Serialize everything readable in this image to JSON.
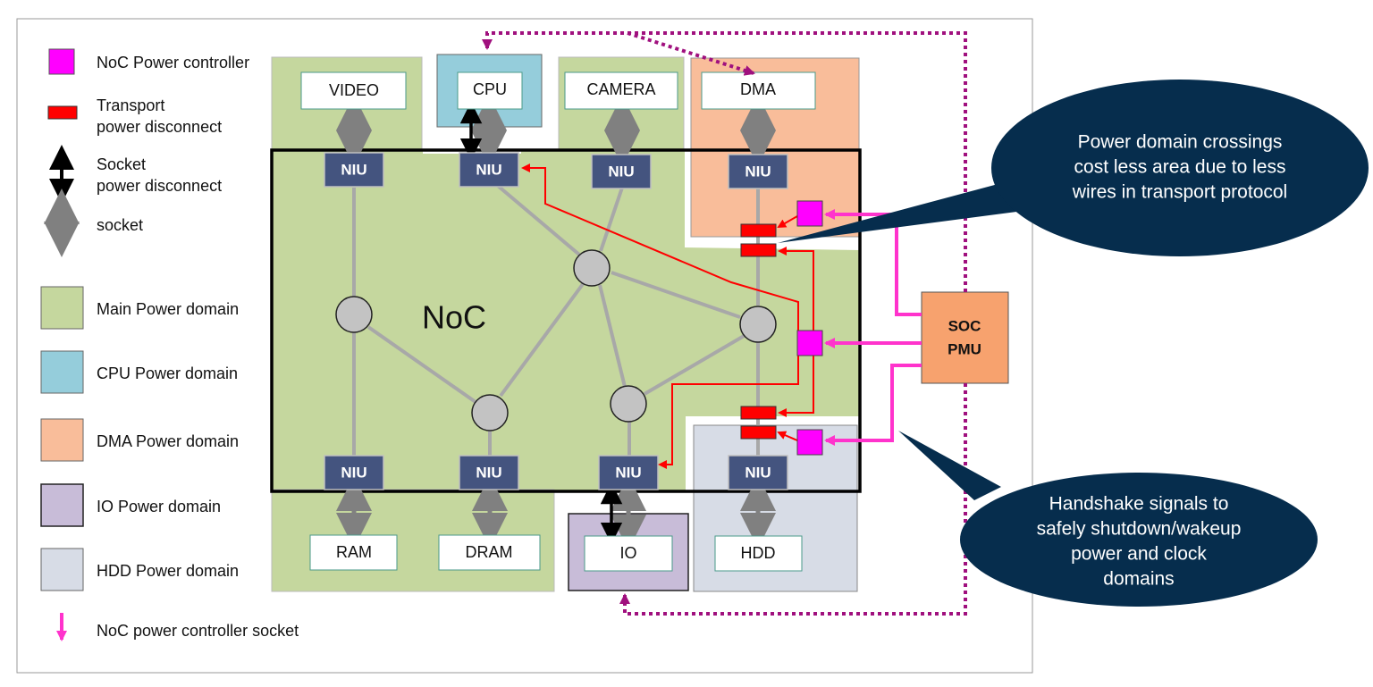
{
  "colors": {
    "main_domain": "#c5d79e",
    "cpu_domain": "#95cddb",
    "dma_domain": "#f9bd9a",
    "io_domain": "#c8bcd8",
    "hdd_domain": "#d7dce6",
    "niu": "#44547f",
    "power_controller": "#ff00ff",
    "transport_disconnect": "#ff0000",
    "callout": "#062d4d",
    "pmu": "#f7a26e",
    "dotted_link": "#a0107e"
  },
  "legend": {
    "power_controller": "NoC Power controller",
    "transport_line1": "Transport",
    "transport_line2": "power disconnect",
    "socket_pd_line1": "Socket",
    "socket_pd_line2": "power disconnect",
    "socket": "socket",
    "main_domain": "Main Power domain",
    "cpu_domain": "CPU Power domain",
    "dma_domain": "DMA Power domain",
    "io_domain": "IO Power domain",
    "hdd_domain": "HDD Power domain",
    "pc_socket": "NoC power controller socket"
  },
  "blocks": {
    "video": "VIDEO",
    "cpu": "CPU",
    "camera": "CAMERA",
    "dma": "DMA",
    "ram": "RAM",
    "dram": "DRAM",
    "io": "IO",
    "hdd": "HDD"
  },
  "niu_label": "NIU",
  "noc_label": "NoC",
  "pmu": {
    "line1": "SOC",
    "line2": "PMU"
  },
  "callouts": {
    "top": [
      "Power domain crossings",
      "cost less area due to less",
      "wires in transport protocol"
    ],
    "bottom": [
      "Handshake signals to",
      "safely shutdown/wakeup",
      "power and clock",
      "domains"
    ]
  }
}
